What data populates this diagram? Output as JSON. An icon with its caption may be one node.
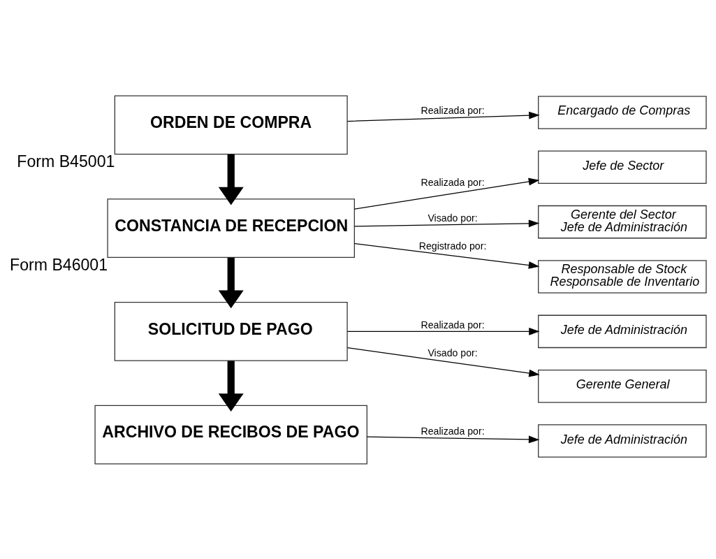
{
  "diagram": {
    "nodes": [
      {
        "text": [
          "ORDEN DE COMPRA"
        ],
        "beside": [
          "Form B45001"
        ]
      },
      {
        "text": [
          "Encargado de Compras"
        ]
      },
      {
        "text": [
          "CONSTANCIA DE RECEPCION"
        ],
        "beside": [
          "Form B46001"
        ]
      },
      {
        "text": [
          "Jefe de Sector"
        ]
      },
      {
        "text": [
          "Gerente del Sector",
          "Jefe de Administración"
        ]
      },
      {
        "text": [
          "Responsable de Stock",
          "Responsable de Inventario"
        ]
      },
      {
        "text": [
          "SOLICITUD DE PAGO"
        ]
      },
      {
        "text": [
          "Jefe de Administración"
        ]
      },
      {
        "text": [
          "Gerente General"
        ]
      },
      {
        "text": [
          "ARCHIVO DE RECIBOS DE PAGO"
        ]
      },
      {
        "text": [
          "Jefe de Administración"
        ]
      }
    ],
    "edges": [
      {
        "from": 0,
        "to": 1,
        "arrow": "to",
        "label": "Realizada por:"
      },
      {
        "from": 0,
        "to": 2,
        "arrow": "to",
        "style": "thick"
      },
      {
        "from": 2,
        "to": 3,
        "arrow": "to",
        "label": "Realizada por:"
      },
      {
        "from": 2,
        "to": 4,
        "arrow": "to",
        "label": "Visado por:"
      },
      {
        "from": 2,
        "to": 5,
        "arrow": "to",
        "label": "Registrado por:"
      },
      {
        "from": 2,
        "to": 6,
        "arrow": "to",
        "style": "thick"
      },
      {
        "from": 6,
        "to": 7,
        "arrow": "to",
        "label": "Realizada por:"
      },
      {
        "from": 6,
        "to": 8,
        "arrow": "to",
        "label": "Visado por:"
      },
      {
        "from": 6,
        "to": 9,
        "arrow": "to",
        "style": "thick"
      },
      {
        "from": 9,
        "to": 10,
        "arrow": "to",
        "label": "Realizada por:"
      }
    ]
  }
}
